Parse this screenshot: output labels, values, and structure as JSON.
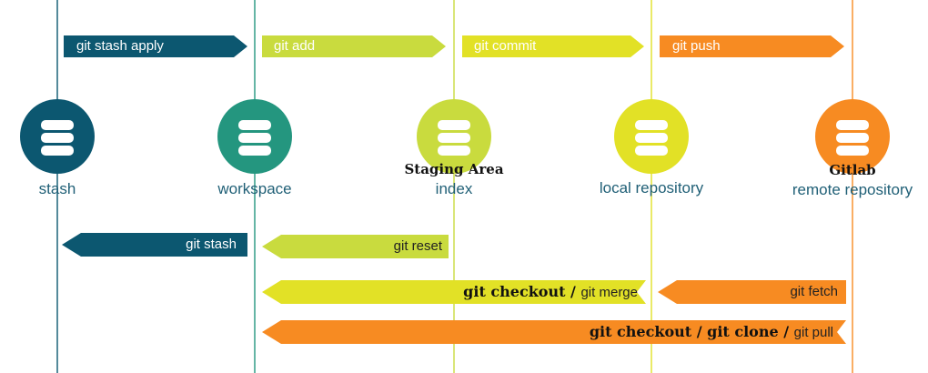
{
  "colors": {
    "stash": "#0c5770",
    "workspace": "#24967f",
    "index": "#c9db3e",
    "local": "#e2e126",
    "remote": "#f78b22",
    "label_text": "#1f5f76",
    "background": "#ffffff"
  },
  "nodes": [
    {
      "id": "stash",
      "label": "stash",
      "sublabel": "",
      "icon": "database-icon",
      "color": "#0c5770"
    },
    {
      "id": "workspace",
      "label": "workspace",
      "sublabel": "",
      "icon": "database-icon",
      "color": "#24967f"
    },
    {
      "id": "index",
      "label": "index",
      "sublabel": "Staging Area",
      "icon": "database-icon",
      "color": "#c9db3e"
    },
    {
      "id": "local",
      "label": "local repository",
      "sublabel": "",
      "icon": "database-icon",
      "color": "#e2e126"
    },
    {
      "id": "remote",
      "label": "remote repository",
      "sublabel": "Gitlab",
      "icon": "database-icon",
      "color": "#f78b22"
    }
  ],
  "arrows": [
    {
      "id": "git-stash-apply",
      "from": "stash",
      "to": "workspace",
      "direction": "right",
      "color": "#0c5770",
      "text_style": "light",
      "parts": [
        {
          "text": "git stash apply",
          "style": "sec"
        }
      ]
    },
    {
      "id": "git-add",
      "from": "workspace",
      "to": "index",
      "direction": "right",
      "color": "#c9db3e",
      "text_style": "light",
      "parts": [
        {
          "text": "git add",
          "style": "sec"
        }
      ]
    },
    {
      "id": "git-commit",
      "from": "index",
      "to": "local",
      "direction": "right",
      "color": "#e2e126",
      "text_style": "light",
      "parts": [
        {
          "text": "git commit",
          "style": "sec"
        }
      ]
    },
    {
      "id": "git-push",
      "from": "local",
      "to": "remote",
      "direction": "right",
      "color": "#f78b22",
      "text_style": "light",
      "parts": [
        {
          "text": "git push",
          "style": "sec"
        }
      ]
    },
    {
      "id": "git-stash",
      "from": "workspace",
      "to": "stash",
      "direction": "left",
      "color": "#0c5770",
      "text_style": "light",
      "parts": [
        {
          "text": "git stash",
          "style": "sec"
        }
      ]
    },
    {
      "id": "git-reset",
      "from": "index",
      "to": "workspace",
      "direction": "left",
      "color": "#c9db3e",
      "text_style": "dark",
      "parts": [
        {
          "text": "git reset",
          "style": "sec"
        }
      ]
    },
    {
      "id": "git-checkout-merge",
      "from": "local",
      "to": "workspace",
      "direction": "left",
      "color": "#e2e126",
      "text_style": "dark",
      "parts": [
        {
          "text": "git checkout",
          "style": "main"
        },
        {
          "text": " / ",
          "style": "main"
        },
        {
          "text": "git merge",
          "style": "sec"
        }
      ]
    },
    {
      "id": "git-fetch",
      "from": "remote",
      "to": "local",
      "direction": "left",
      "color": "#f78b22",
      "text_style": "dark",
      "parts": [
        {
          "text": "git fetch",
          "style": "sec"
        }
      ]
    },
    {
      "id": "git-checkout-clone-pull",
      "from": "remote",
      "to": "workspace",
      "direction": "left",
      "color": "#f78b22",
      "text_style": "dark",
      "parts": [
        {
          "text": "git checkout",
          "style": "main"
        },
        {
          "text": " / ",
          "style": "main"
        },
        {
          "text": "git clone",
          "style": "main"
        },
        {
          "text": " / ",
          "style": "main"
        },
        {
          "text": "git pull",
          "style": "sec"
        }
      ]
    }
  ]
}
